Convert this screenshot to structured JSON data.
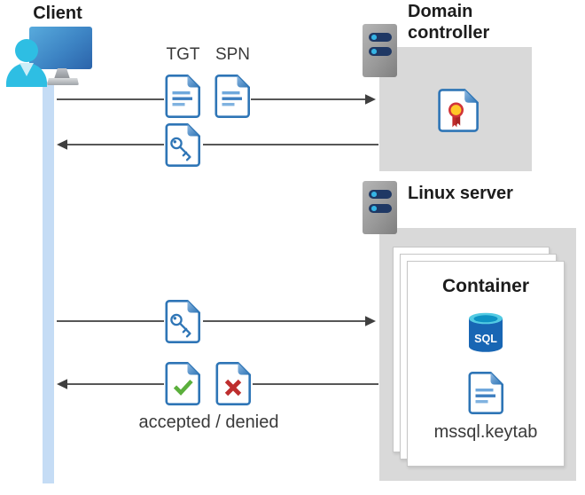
{
  "client": {
    "label": "Client"
  },
  "domain_controller": {
    "label": "Domain controller"
  },
  "linux_server": {
    "label": "Linux server"
  },
  "container": {
    "label": "Container",
    "sql_badge": "SQL",
    "keytab_file": "mssql.keytab"
  },
  "messages": {
    "tgt": "TGT",
    "spn": "SPN",
    "result": "accepted / denied"
  },
  "icons": {
    "client": "user-workstation-icon",
    "server": "server-icon",
    "ticket_document": "document-icon",
    "service_ticket": "key-document-icon",
    "certificate": "certificate-document-icon",
    "accepted": "check-document-icon",
    "denied": "x-document-icon",
    "sql": "sql-database-icon",
    "keytab": "keytab-document-icon"
  },
  "colors": {
    "doc_border": "#2e75b6",
    "doc_line": "#5b9bd5",
    "person_cyan": "#2ebee3",
    "lifeline_blue": "#c5dcf5",
    "zone_gray": "#d9d9d9",
    "arrow_gray": "#3f3f3f",
    "server_bar_navy": "#1f3864",
    "server_dot_cyan": "#35b4e5",
    "check_green": "#5baf3c",
    "cross_red": "#be2e2e",
    "rosette_yellow": "#ffc727",
    "rosette_red": "#c02b2b",
    "sql_body_blue": "#1866b4",
    "sql_top_cyan": "#53cbe3"
  }
}
